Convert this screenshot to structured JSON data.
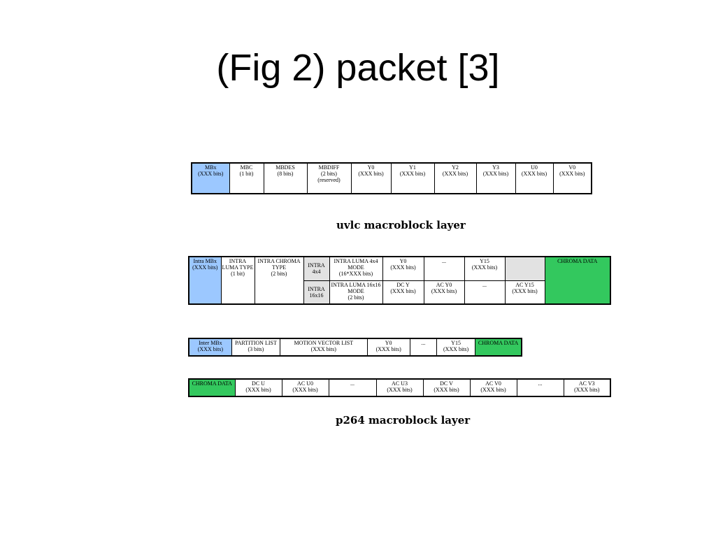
{
  "title": "(Fig 2) packet [3]",
  "colors": {
    "mb_header": "#9cc8ff",
    "chroma_data": "#33c85e",
    "grey_cell": "#e2e2e2"
  },
  "uvlc": {
    "caption": "uvlc macroblock layer",
    "cells": [
      {
        "name": "MBx",
        "bits": "(XXX bits)"
      },
      {
        "name": "MBC",
        "bits": "(1 bit)"
      },
      {
        "name": "MBDES",
        "bits": "(8 bits)"
      },
      {
        "name": "MBDIFF",
        "bits": "(2 bits)",
        "note": "(reserved)"
      },
      {
        "name": "Y0",
        "bits": "(XXX bits)"
      },
      {
        "name": "Y1",
        "bits": "(XXX bits)"
      },
      {
        "name": "Y2",
        "bits": "(XXX bits)"
      },
      {
        "name": "Y3",
        "bits": "(XXX bits)"
      },
      {
        "name": "U0",
        "bits": "(XXX bits)"
      },
      {
        "name": "V0",
        "bits": "(XXX bits)"
      }
    ]
  },
  "intra": {
    "mb": {
      "name": "Intra MBx",
      "bits": "(XXX bits)"
    },
    "luma_type": {
      "name": "INTRA LUMA TYPE",
      "bits": "(1 bit)"
    },
    "chroma_type": {
      "name": "INTRA CHROMA TYPE",
      "bits": "(2 bits)"
    },
    "i4": "INTRA 4x4",
    "i16": "INTRA 16x16",
    "luma4_mode": {
      "name": "INTRA LUMA 4x4 MODE",
      "bits": "(16*XXX bits)"
    },
    "y0": {
      "name": "Y0",
      "bits": "(XXX bits)"
    },
    "dots": "...",
    "y15": {
      "name": "Y15",
      "bits": "(XXX bits)"
    },
    "chroma": "CHROMA DATA",
    "luma16_mode": {
      "name": "INTRA LUMA 16x16 MODE",
      "bits": "(2 bits)"
    },
    "dcy": {
      "name": "DC Y",
      "bits": "(XXX bits)"
    },
    "acy0": {
      "name": "AC Y0",
      "bits": "(XXX bits)"
    },
    "acy15": {
      "name": "AC Y15",
      "bits": "(XXX bits)"
    }
  },
  "inter": {
    "mb": {
      "name": "Inter MBx",
      "bits": "(XXX bits)"
    },
    "partition": {
      "name": "PARTITION LIST",
      "bits": "(3 bits)"
    },
    "mv": {
      "name": "MOTION VECTOR LIST",
      "bits": "(XXX bits)"
    },
    "y0": {
      "name": "Y0",
      "bits": "(XXX bits)"
    },
    "dots": "...",
    "y15": {
      "name": "Y15",
      "bits": "(XXX bits)"
    },
    "chroma": "CHROMA DATA"
  },
  "chroma_row": {
    "caption": "p264 macroblock layer",
    "chroma": "CHROMA DATA",
    "dcu": {
      "name": "DC U",
      "bits": "(XXX bits)"
    },
    "acu0": {
      "name": "AC U0",
      "bits": "(XXX bits)"
    },
    "dots1": "...",
    "acu3": {
      "name": "AC U3",
      "bits": "(XXX bits)"
    },
    "dcv": {
      "name": "DC V",
      "bits": "(XXX bits)"
    },
    "acv0": {
      "name": "AC V0",
      "bits": "(XXX bits)"
    },
    "dots2": "...",
    "acv3": {
      "name": "AC V3",
      "bits": "(XXX bits)"
    }
  }
}
